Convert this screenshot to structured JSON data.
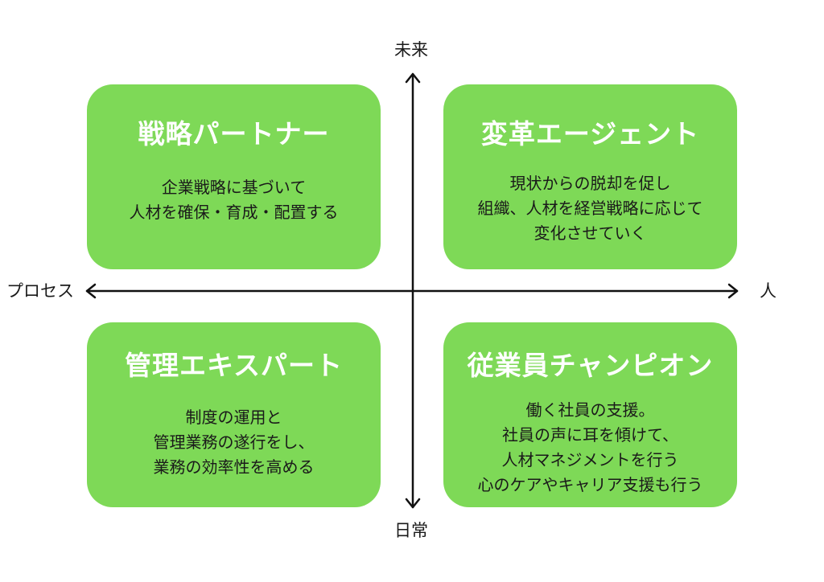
{
  "axes": {
    "top": "未来",
    "bottom": "日常",
    "left": "プロセス",
    "right": "人"
  },
  "colors": {
    "box_fill": "#7ed957",
    "title_text": "#ffffff",
    "body_text": "#1a1a1a",
    "axis": "#111111"
  },
  "quadrants": {
    "top_left": {
      "title": "戦略パートナー",
      "lines": [
        "企業戦略に基づいて",
        "人材を確保・育成・配置する"
      ]
    },
    "top_right": {
      "title": "変革エージェント",
      "lines": [
        "現状からの脱却を促し",
        "組織、人材を経営戦略に応じて",
        "変化させていく"
      ]
    },
    "bottom_left": {
      "title": "管理エキスパート",
      "lines": [
        "制度の運用と",
        "管理業務の遂行をし、",
        "業務の効率性を高める"
      ]
    },
    "bottom_right": {
      "title": "従業員チャンピオン",
      "lines": [
        "働く社員の支援。",
        "社員の声に耳を傾けて、",
        "人材マネジメントを行う",
        "心のケアやキャリア支援も行う"
      ]
    }
  }
}
